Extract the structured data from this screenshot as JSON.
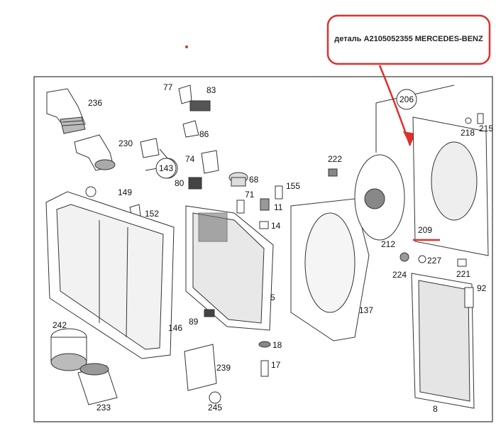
{
  "callout": {
    "text": "деталь A2105052355 MERCEDES-BENZ",
    "border_color": "#e0302a",
    "arrow_color": "#e0302a"
  },
  "highlight_color": "#e0302a",
  "parts": {
    "p236": "236",
    "p230": "230",
    "p77": "77",
    "p83": "83",
    "p86": "86",
    "p74": "74",
    "p143": "143",
    "p80": "80",
    "p68": "68",
    "p71": "71",
    "p11": "11",
    "p14": "14",
    "p149": "149",
    "p152": "152",
    "p222": "222",
    "p155": "155",
    "p206": "206",
    "p218": "218",
    "p215": "215",
    "p212": "212",
    "p209": "209",
    "p224": "224",
    "p227": "227",
    "p221": "221",
    "p92": "92",
    "p5": "5",
    "p137": "137",
    "p146": "146",
    "p89": "89",
    "p242": "242",
    "p18": "18",
    "p17": "17",
    "p239": "239",
    "p233": "233",
    "p245": "245",
    "p8": "8"
  }
}
